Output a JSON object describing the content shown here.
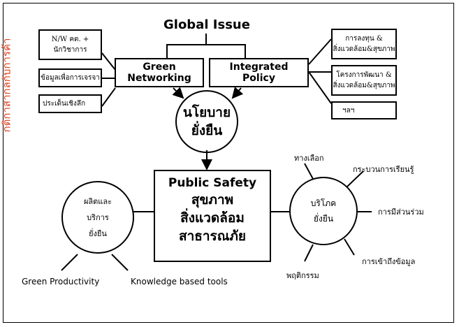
{
  "title": "Global Issue",
  "side_label": {
    "text": "กติกาสากลกับการค้า",
    "color": "#d8401c"
  },
  "left_boxes": [
    {
      "lines": [
        "N/W คต. +",
        "นักวิชาการ"
      ]
    },
    {
      "lines": [
        "ข้อมูลเพื่อการเจรจา"
      ]
    },
    {
      "lines": [
        "ประเด็นเชิงลึก"
      ]
    }
  ],
  "green_networking": {
    "lines": [
      "Green",
      "Networking"
    ]
  },
  "integrated_policy": {
    "lines": [
      "Integrated",
      "Policy"
    ]
  },
  "right_boxes": [
    {
      "lines": [
        "การลงทุน &",
        "สิ่งแวดล้อม&สุขภาพ"
      ]
    },
    {
      "lines": [
        "โครงการพัฒนา &",
        "สิ่งแวดล้อม&สุขภาพ"
      ]
    },
    {
      "lines": [
        "ฯลฯ"
      ]
    }
  ],
  "policy_circle": {
    "lines": [
      "นโยบาย",
      "ยั่งยืน"
    ]
  },
  "public_safety": {
    "heading": "Public Safety",
    "lines": [
      "สุขภาพ",
      "สิ่งแวดล้อม",
      "สาธารณภัย"
    ]
  },
  "production_circle": {
    "lines": [
      "ผลิตและ",
      "บริการ",
      "ยั่งยืน"
    ]
  },
  "production_branches": [
    "Green Productivity",
    "Knowledge based tools"
  ],
  "consumption_circle": {
    "lines": [
      "บริโภค",
      "ยั่งยืน"
    ]
  },
  "consumption_branches": {
    "alternatives": "ทางเลือก",
    "learning_process": "กระบวนการเรียนรู้",
    "participation": "การมีส่วนร่วม",
    "information_access": "การเข้าถึงข้อมูล",
    "behavior": "พฤติกรรม"
  }
}
